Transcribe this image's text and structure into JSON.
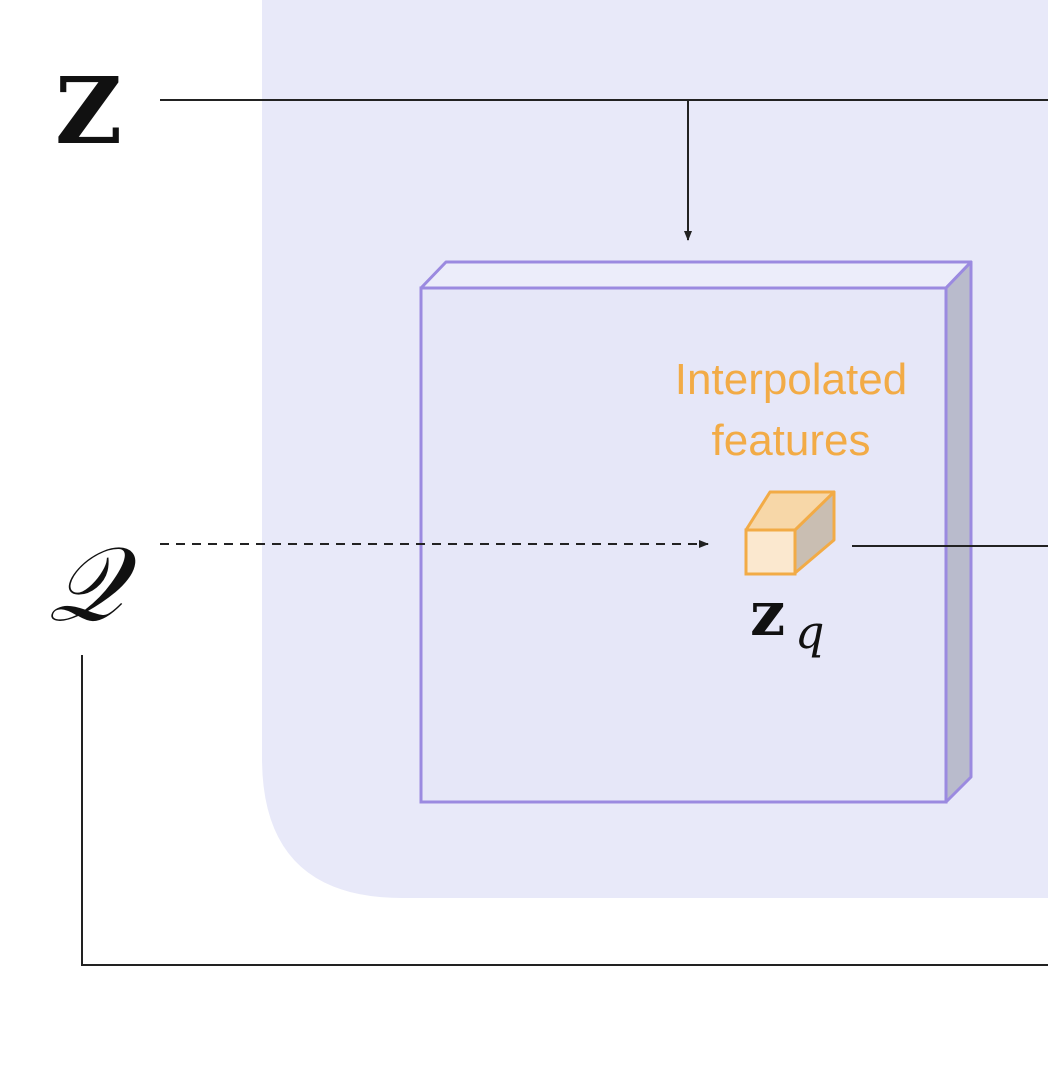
{
  "symbols": {
    "z_matrix": "Z",
    "query_set": "𝒬",
    "zq_base": "z",
    "zq_subscript": "q"
  },
  "labels": {
    "interpolated_line1": "Interpolated",
    "interpolated_line2": "features"
  },
  "colors": {
    "panel_background": "#e8e9f9",
    "feature_map_face": "#e6e7f8",
    "feature_map_stroke": "#9b8ae0",
    "feature_map_side": "#b9bbcc",
    "feature_map_top": "#ecedfa",
    "cube_front": "#fbe8cf",
    "cube_top": "#f7d7a8",
    "cube_side": "#c9beb2",
    "cube_stroke": "#f2ab46",
    "label_orange": "#f2ab46",
    "line_color": "#222222"
  },
  "icons": {
    "feature_cube": "cube-icon"
  }
}
